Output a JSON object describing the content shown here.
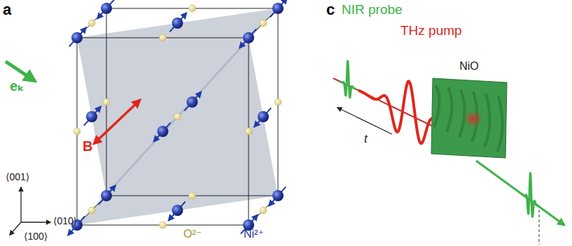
{
  "diagram": {
    "nodes": [
      {
        "text": [
          "NiO"
        ]
      }
    ],
    "labels": [
      "a",
      "eₖ",
      "B",
      "⟨001⟩",
      "⟨010⟩",
      "⟨100⟩",
      "O²⁻",
      "Ni²⁺",
      "c",
      "NIR probe",
      "THz pump",
      "t"
    ]
  }
}
